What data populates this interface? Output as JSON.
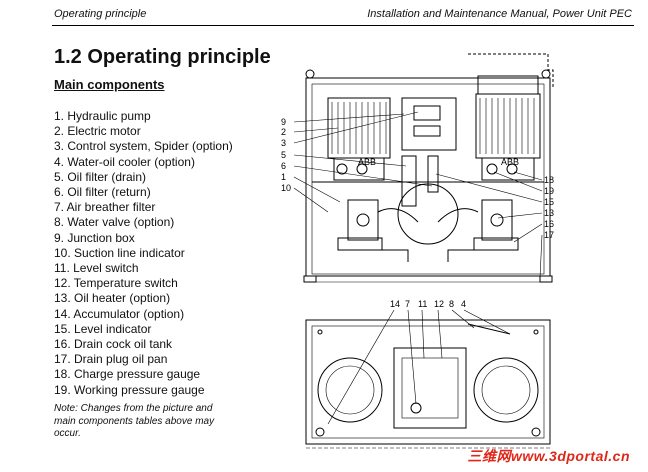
{
  "header": {
    "left": "Operating principle",
    "right": "Installation and Maintenance Manual, Power Unit PEC"
  },
  "section_title": "1.2 Operating principle",
  "subtitle": "Main components",
  "components": [
    "1. Hydraulic pump",
    "2. Electric motor",
    "3. Control system, Spider (option)",
    "4. Water-oil cooler (option)",
    "5. Oil filter (drain)",
    "6. Oil filter (return)",
    "7. Air breather filter",
    "8. Water valve (option)",
    "9. Junction box",
    "10. Suction line indicator",
    "11. Level switch",
    "12. Temperature switch",
    "13. Oil heater (option)",
    "14. Accumulator (option)",
    "15. Level indicator",
    "16. Drain cock oil tank",
    "17. Drain plug oil pan",
    "18. Charge pressure gauge",
    "19. Working pressure gauge"
  ],
  "note": "Note: Changes from the picture and main components tables above may occur.",
  "diagram": {
    "left_labels": [
      "9",
      "2",
      "3",
      "5",
      "6",
      "1",
      "10"
    ],
    "right_labels": [
      "18",
      "19",
      "15",
      "13",
      "16",
      "17"
    ],
    "top_labels": [
      "14",
      "7",
      "11",
      "12",
      "8",
      "4"
    ],
    "motor_badge": "ABB"
  },
  "watermark": "三维网www.3dportal.cn"
}
